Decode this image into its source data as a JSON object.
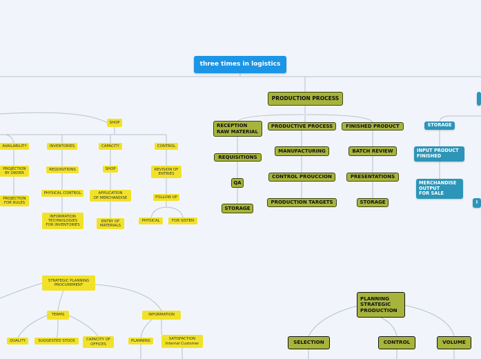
{
  "title": "three times in logistics",
  "nodes": [
    {
      "id": "root",
      "label": "three times in logistics",
      "style": "root"
    },
    {
      "id": "shop",
      "label": "SHOP",
      "style": "yellow"
    },
    {
      "id": "availability",
      "label": "AVAILABILITY",
      "style": "yellow"
    },
    {
      "id": "proj_order",
      "label": "PROJECTION\nBY ORDER",
      "style": "yellow"
    },
    {
      "id": "proj_rules",
      "label": "PROJECTION\nFOR RULES",
      "style": "yellow"
    },
    {
      "id": "inventories",
      "label": "INVENTORIES",
      "style": "yellow"
    },
    {
      "id": "requisitions_y",
      "label": "REQUISITIONS",
      "style": "yellow"
    },
    {
      "id": "physical_control",
      "label": "PHYSICAL CONTROL",
      "style": "yellow"
    },
    {
      "id": "info_tech",
      "label": "INFORMATION\nTECHNOLOGIES\nFOR INVENTORIES",
      "style": "yellow"
    },
    {
      "id": "capacity",
      "label": "CAPACITY",
      "style": "yellow"
    },
    {
      "id": "shop2",
      "label": "SHOP",
      "style": "yellow"
    },
    {
      "id": "application",
      "label": "APPLICATION\nOF MERCHANDISE",
      "style": "yellow"
    },
    {
      "id": "entry_materials",
      "label": "ENTRY OF\nMATERIALS",
      "style": "yellow"
    },
    {
      "id": "control_y",
      "label": "CONTROL",
      "style": "yellow"
    },
    {
      "id": "revision",
      "label": "REVISION OF\nENTRIES",
      "style": "yellow"
    },
    {
      "id": "follow_up",
      "label": "FOLLOW UP",
      "style": "yellow"
    },
    {
      "id": "physical",
      "label": "PHYSICAL",
      "style": "yellow"
    },
    {
      "id": "for_sisten",
      "label": "FOR SISTEN",
      "style": "yellow"
    },
    {
      "id": "strategic",
      "label": "STRATEGIC PLANNING\nPROCUREMENT",
      "style": "yellow"
    },
    {
      "id": "terms",
      "label": "TERMS",
      "style": "yellow"
    },
    {
      "id": "quality",
      "label": "QUALITY",
      "style": "yellow"
    },
    {
      "id": "suggested",
      "label": "SUGGESTED STOCK",
      "style": "yellow"
    },
    {
      "id": "capacity_offices",
      "label": "CAPACITY OF\nOFFICES",
      "style": "yellow"
    },
    {
      "id": "information",
      "label": "INFORMATION",
      "style": "yellow"
    },
    {
      "id": "planning_y",
      "label": "PLANNING",
      "style": "yellow"
    },
    {
      "id": "satisfaction",
      "label": "SATISFACTION\nInternal Customer",
      "style": "yellow"
    },
    {
      "id": "production_process",
      "label": "PRODUCTION PROCESS",
      "style": "olive"
    },
    {
      "id": "reception",
      "label": "RECEPTION\nRAW MATERIAL",
      "style": "olive"
    },
    {
      "id": "requisitions_o",
      "label": "REQUISITIONS",
      "style": "olive"
    },
    {
      "id": "qa",
      "label": "QA",
      "style": "olive"
    },
    {
      "id": "storage_o1",
      "label": "STORAGE",
      "style": "olive"
    },
    {
      "id": "productive_process",
      "label": "PRODUCTIVE PROCESS",
      "style": "olive"
    },
    {
      "id": "manufacturing",
      "label": "MANUFACTURING",
      "style": "olive"
    },
    {
      "id": "control_prouccion",
      "label": "CONTROL PROUCCION",
      "style": "olive"
    },
    {
      "id": "production_targets",
      "label": "PRODUCTION TARGETS",
      "style": "olive"
    },
    {
      "id": "finished_product",
      "label": "FINISHED PRODUCT",
      "style": "olive"
    },
    {
      "id": "batch_review",
      "label": "BATCH REVIEW",
      "style": "olive"
    },
    {
      "id": "presentations",
      "label": "PRESENTATIONS",
      "style": "olive"
    },
    {
      "id": "storage_o2",
      "label": "STORAGE",
      "style": "olive"
    },
    {
      "id": "planning_strategic",
      "label": "PLANNING\nSTRATEGIC\nPRODUCTION",
      "style": "olive"
    },
    {
      "id": "selection",
      "label": "SELECTION",
      "style": "olive"
    },
    {
      "id": "control_o",
      "label": "CONTROL",
      "style": "olive"
    },
    {
      "id": "volume",
      "label": "VOLUME",
      "style": "olive"
    },
    {
      "id": "storage_t",
      "label": "STORAGE",
      "style": "teal"
    },
    {
      "id": "input_product",
      "label": "INPUT PRODUCT\nFINISHED",
      "style": "teal"
    },
    {
      "id": "merchandise",
      "label": "MERCHANDISE\nOUTPUT\nFOR SALE",
      "style": "teal"
    },
    {
      "id": "offscreen_top",
      "label": "",
      "style": "teal"
    },
    {
      "id": "offscreen_mid",
      "label": "I",
      "style": "teal"
    }
  ]
}
